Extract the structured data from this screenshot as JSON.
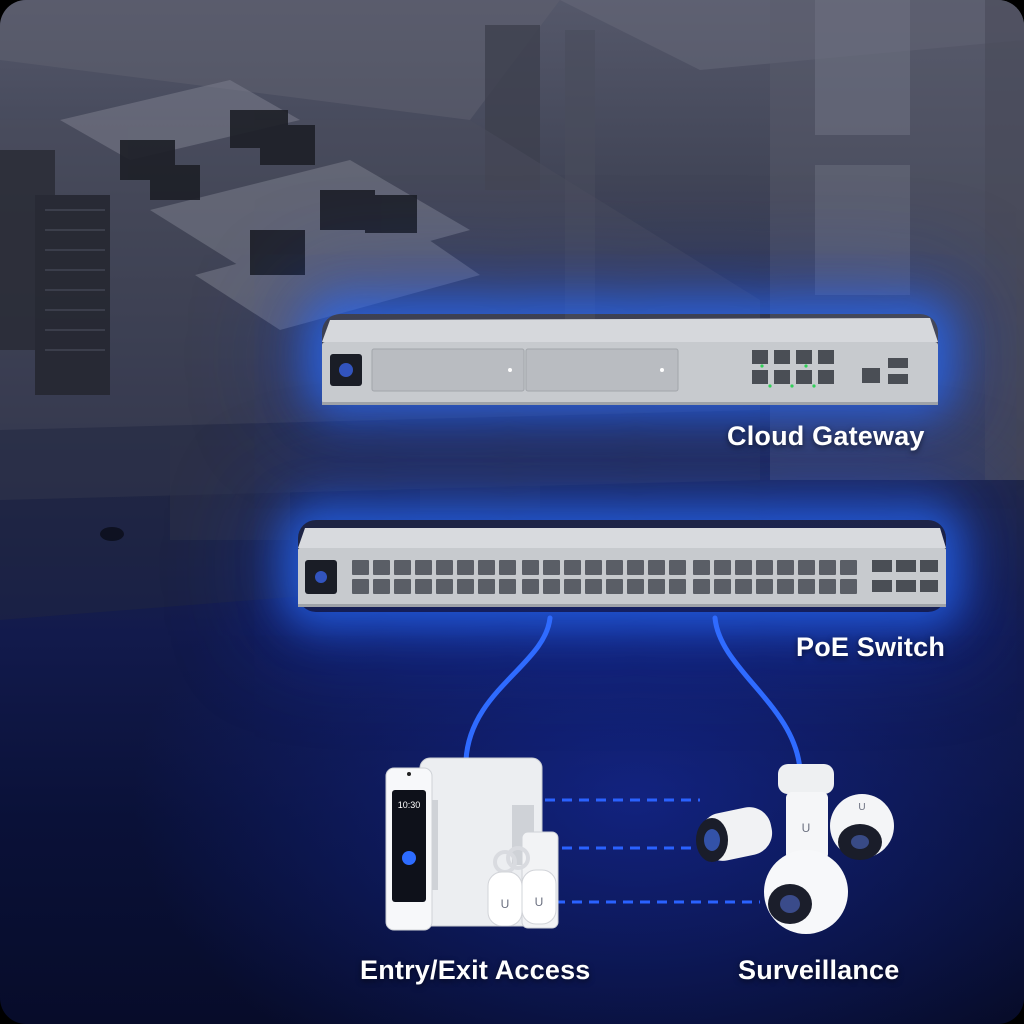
{
  "diagram": {
    "nodes": [
      {
        "id": "gateway",
        "label": "Cloud Gateway"
      },
      {
        "id": "switch",
        "label": "PoE Switch"
      },
      {
        "id": "access",
        "label": "Entry/Exit Access"
      },
      {
        "id": "surveillance",
        "label": "Surveillance"
      }
    ],
    "edges": [
      {
        "from": "switch",
        "to": "access",
        "style": "solid-blue-cable"
      },
      {
        "from": "switch",
        "to": "surveillance",
        "style": "solid-blue-cable"
      },
      {
        "from": "access",
        "to": "surveillance",
        "style": "dashed-blue"
      }
    ]
  },
  "screens": {
    "access_reader_time": "10:30"
  },
  "colors": {
    "cable": "#2f6bff",
    "glow": "#2a6cff",
    "device_silver": "#c9ccd1",
    "background_dark": "#0a1138"
  },
  "icons": [
    "ubiquiti-u-logo",
    "lock-icon"
  ]
}
